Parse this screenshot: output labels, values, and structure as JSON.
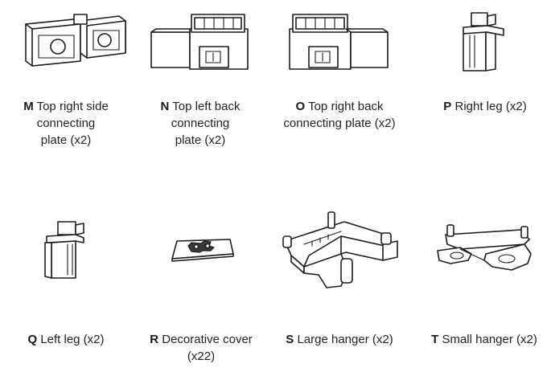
{
  "parts": [
    {
      "letter": "M",
      "label_lines": [
        "Top right side",
        "connecting",
        "plate (x2)"
      ]
    },
    {
      "letter": "N",
      "label_lines": [
        "Top left back",
        "connecting",
        "plate (x2)"
      ]
    },
    {
      "letter": "O",
      "label_lines": [
        "Top right back",
        "connecting plate (x2)",
        ""
      ]
    },
    {
      "letter": "P",
      "label_lines": [
        "Right leg (x2)",
        "",
        ""
      ]
    },
    {
      "letter": "Q",
      "label_lines": [
        "Left leg (x2)",
        "",
        ""
      ]
    },
    {
      "letter": "R",
      "label_lines": [
        "Decorative cover",
        "(x22)",
        ""
      ]
    },
    {
      "letter": "S",
      "label_lines": [
        "Large hanger (x2)",
        "",
        ""
      ]
    },
    {
      "letter": "T",
      "label_lines": [
        "Small hanger (x2)",
        "",
        ""
      ]
    }
  ],
  "icons": {
    "M": "side-connecting-plate-icon",
    "N": "left-back-connecting-plate-icon",
    "O": "right-back-connecting-plate-icon",
    "P": "right-leg-icon",
    "Q": "left-leg-icon",
    "R": "decorative-cover-icon",
    "S": "large-hanger-icon",
    "T": "small-hanger-icon"
  }
}
